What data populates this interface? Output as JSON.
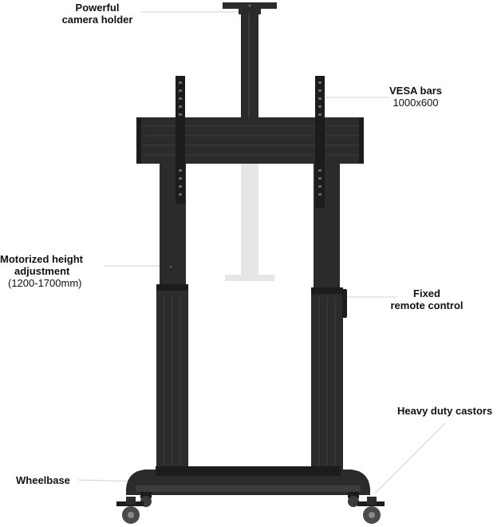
{
  "labels": {
    "camera": {
      "line1": "Powerful",
      "line2": "camera holder"
    },
    "vesa": {
      "line1": "VESA bars",
      "line2": "1000x600"
    },
    "motor": {
      "line1": "Motorized height",
      "line2": "adjustment",
      "line3": "(1200-1700mm)"
    },
    "remote": {
      "line1": "Fixed",
      "line2": "remote control"
    },
    "castors": {
      "line1": "Heavy duty castors"
    },
    "wheelbase": {
      "line1": "Wheelbase"
    }
  },
  "colors": {
    "stand": "#2b2b2b",
    "stand_dark": "#1c1c1c",
    "stand_light": "#3c3c3c",
    "ghost": "#e6e6e6",
    "leader": "#c8d4dc",
    "text": "#111111"
  }
}
